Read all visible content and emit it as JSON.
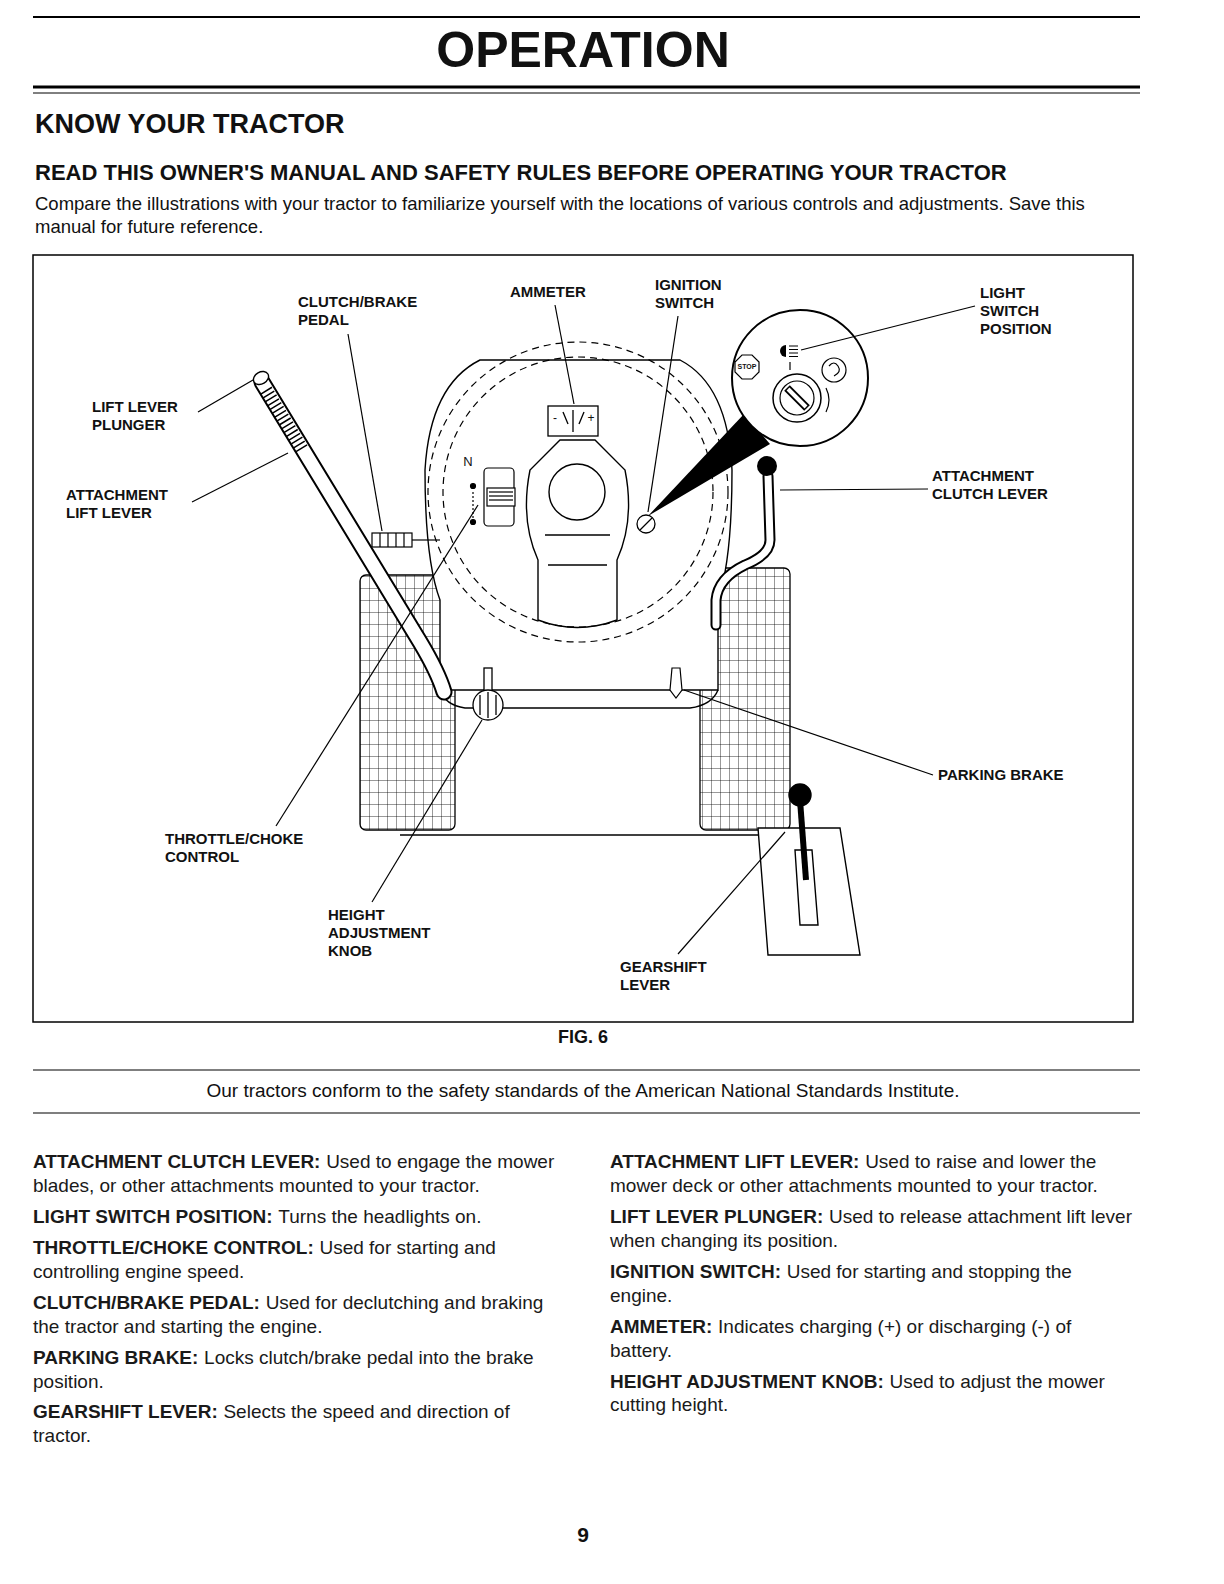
{
  "diagram": {
    "title": "OPERATION",
    "caption": "FIG. 6",
    "labels": [
      "KNOW YOUR TRACTOR",
      "READ THIS OWNER'S MANUAL AND SAFETY RULES BEFORE OPERATING YOUR TRACTOR",
      "Compare the illustrations with your tractor to familiarize yourself with the locations of various controls and adjustments. Save this manual for future reference.",
      "CLUTCH/BRAKE PEDAL",
      "AMMETER",
      "IGNITION SWITCH",
      "LIGHT SWITCH POSITION",
      "LIFT LEVER PLUNGER",
      "ATTACHMENT LIFT LEVER",
      "ATTACHMENT CLUTCH LEVER",
      "PARKING BRAKE",
      "THROTTLE/CHOKE CONTROL",
      "HEIGHT ADJUSTMENT KNOB",
      "GEARSHIFT LEVER",
      "STOP",
      "N",
      "-",
      "+",
      "Our tractors conform to the safety standards of the American National Standards Institute.",
      "ATTACHMENT CLUTCH LEVER:",
      "Used to engage the mower blades, or other attachments mounted to your tractor.",
      "LIGHT SWITCH POSITION:",
      "Turns the headlights on.",
      "THROTTLE/CHOKE CONTROL:",
      "Used for starting and controlling engine speed.",
      "CLUTCH/BRAKE PEDAL:",
      "Used for declutching and braking the tractor and starting the engine.",
      "PARKING BRAKE:",
      "Locks clutch/brake pedal into the brake position.",
      "GEARSHIFT LEVER:",
      "Selects the speed and direction of tractor.",
      "ATTACHMENT LIFT LEVER:",
      "Used to raise and lower the mower deck or other attachments mounted to your tractor.",
      "LIFT LEVER PLUNGER:",
      "Used to release attachment lift lever when changing its position.",
      "IGNITION SWITCH:",
      "Used for starting and stopping the engine.",
      "AMMETER:",
      "Indicates charging (+) or discharging (-) of battery.",
      "HEIGHT ADJUSTMENT KNOB:",
      "Used to adjust the mower cutting height.",
      "9"
    ]
  }
}
